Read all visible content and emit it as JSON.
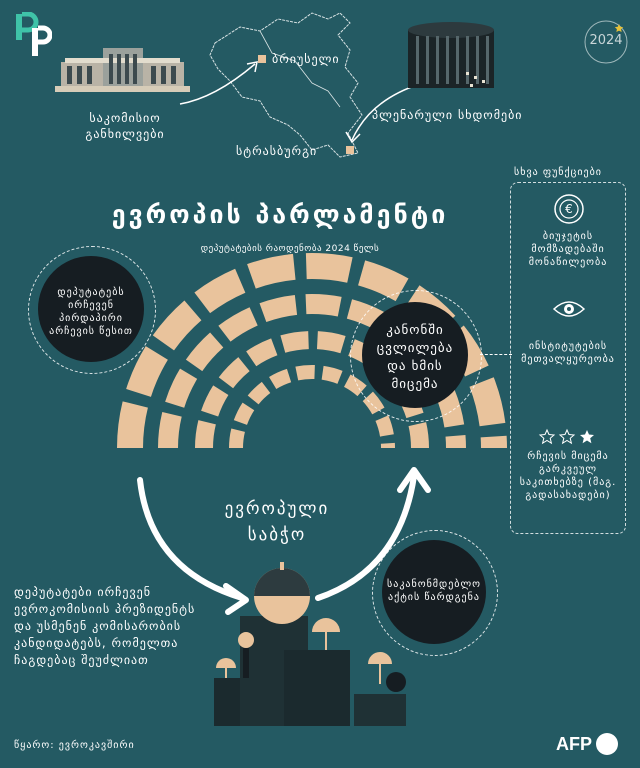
{
  "logo": {
    "text": "RP"
  },
  "year_badge": {
    "text": "2024",
    "star_color": "#e6c23a"
  },
  "cities": {
    "brussels": "ბრიუსელი",
    "strasbourg": "სტრასბურგი"
  },
  "committee_label": "საკომისიო განხილვები",
  "plenary_label": "პლენარული სხდომები",
  "main_title": "ევროპის პარლამენტი",
  "subtitle": "დეპუტატების რაოდენობა 2024 წელს",
  "left_circle_text": "დეპუტატებს ირჩევენ პირდაპირი არჩევის წესით",
  "right_circle_text": "კანონში ცვლილება და ხმის მიცემა",
  "other_functions": {
    "title": "სხვა ფუნქციები",
    "items": [
      {
        "icon": "euro-icon",
        "text": "ბიუჯეტის მომზადებაში მონაწილეობა"
      },
      {
        "icon": "eye-icon",
        "text": "ინსტიტუტების მეთვალყურეობა"
      },
      {
        "icon": "stars-icon",
        "text": "რჩევის მიცემა გარკვეულ საკითხებზე (მაგ. გადასახადები)"
      }
    ]
  },
  "european_council": "ევროპული საბჭო",
  "legislative_text": "საკანონმდებლო აქტის წარდგენა",
  "bottom_left_text": "დეპუტატები ირჩევენ ევროკომისიის პრეზიდენტს და უსმენენ კომისარობის კანდიდატებს, რომელთა ჩაგდებაც შეუძლიათ",
  "source": "წყარო: ევროკავშირი",
  "agency": "AFP",
  "colors": {
    "background": "#245a63",
    "seat": "#e9c39c",
    "dark": "#161d22",
    "accent": "#3fc3a8"
  }
}
